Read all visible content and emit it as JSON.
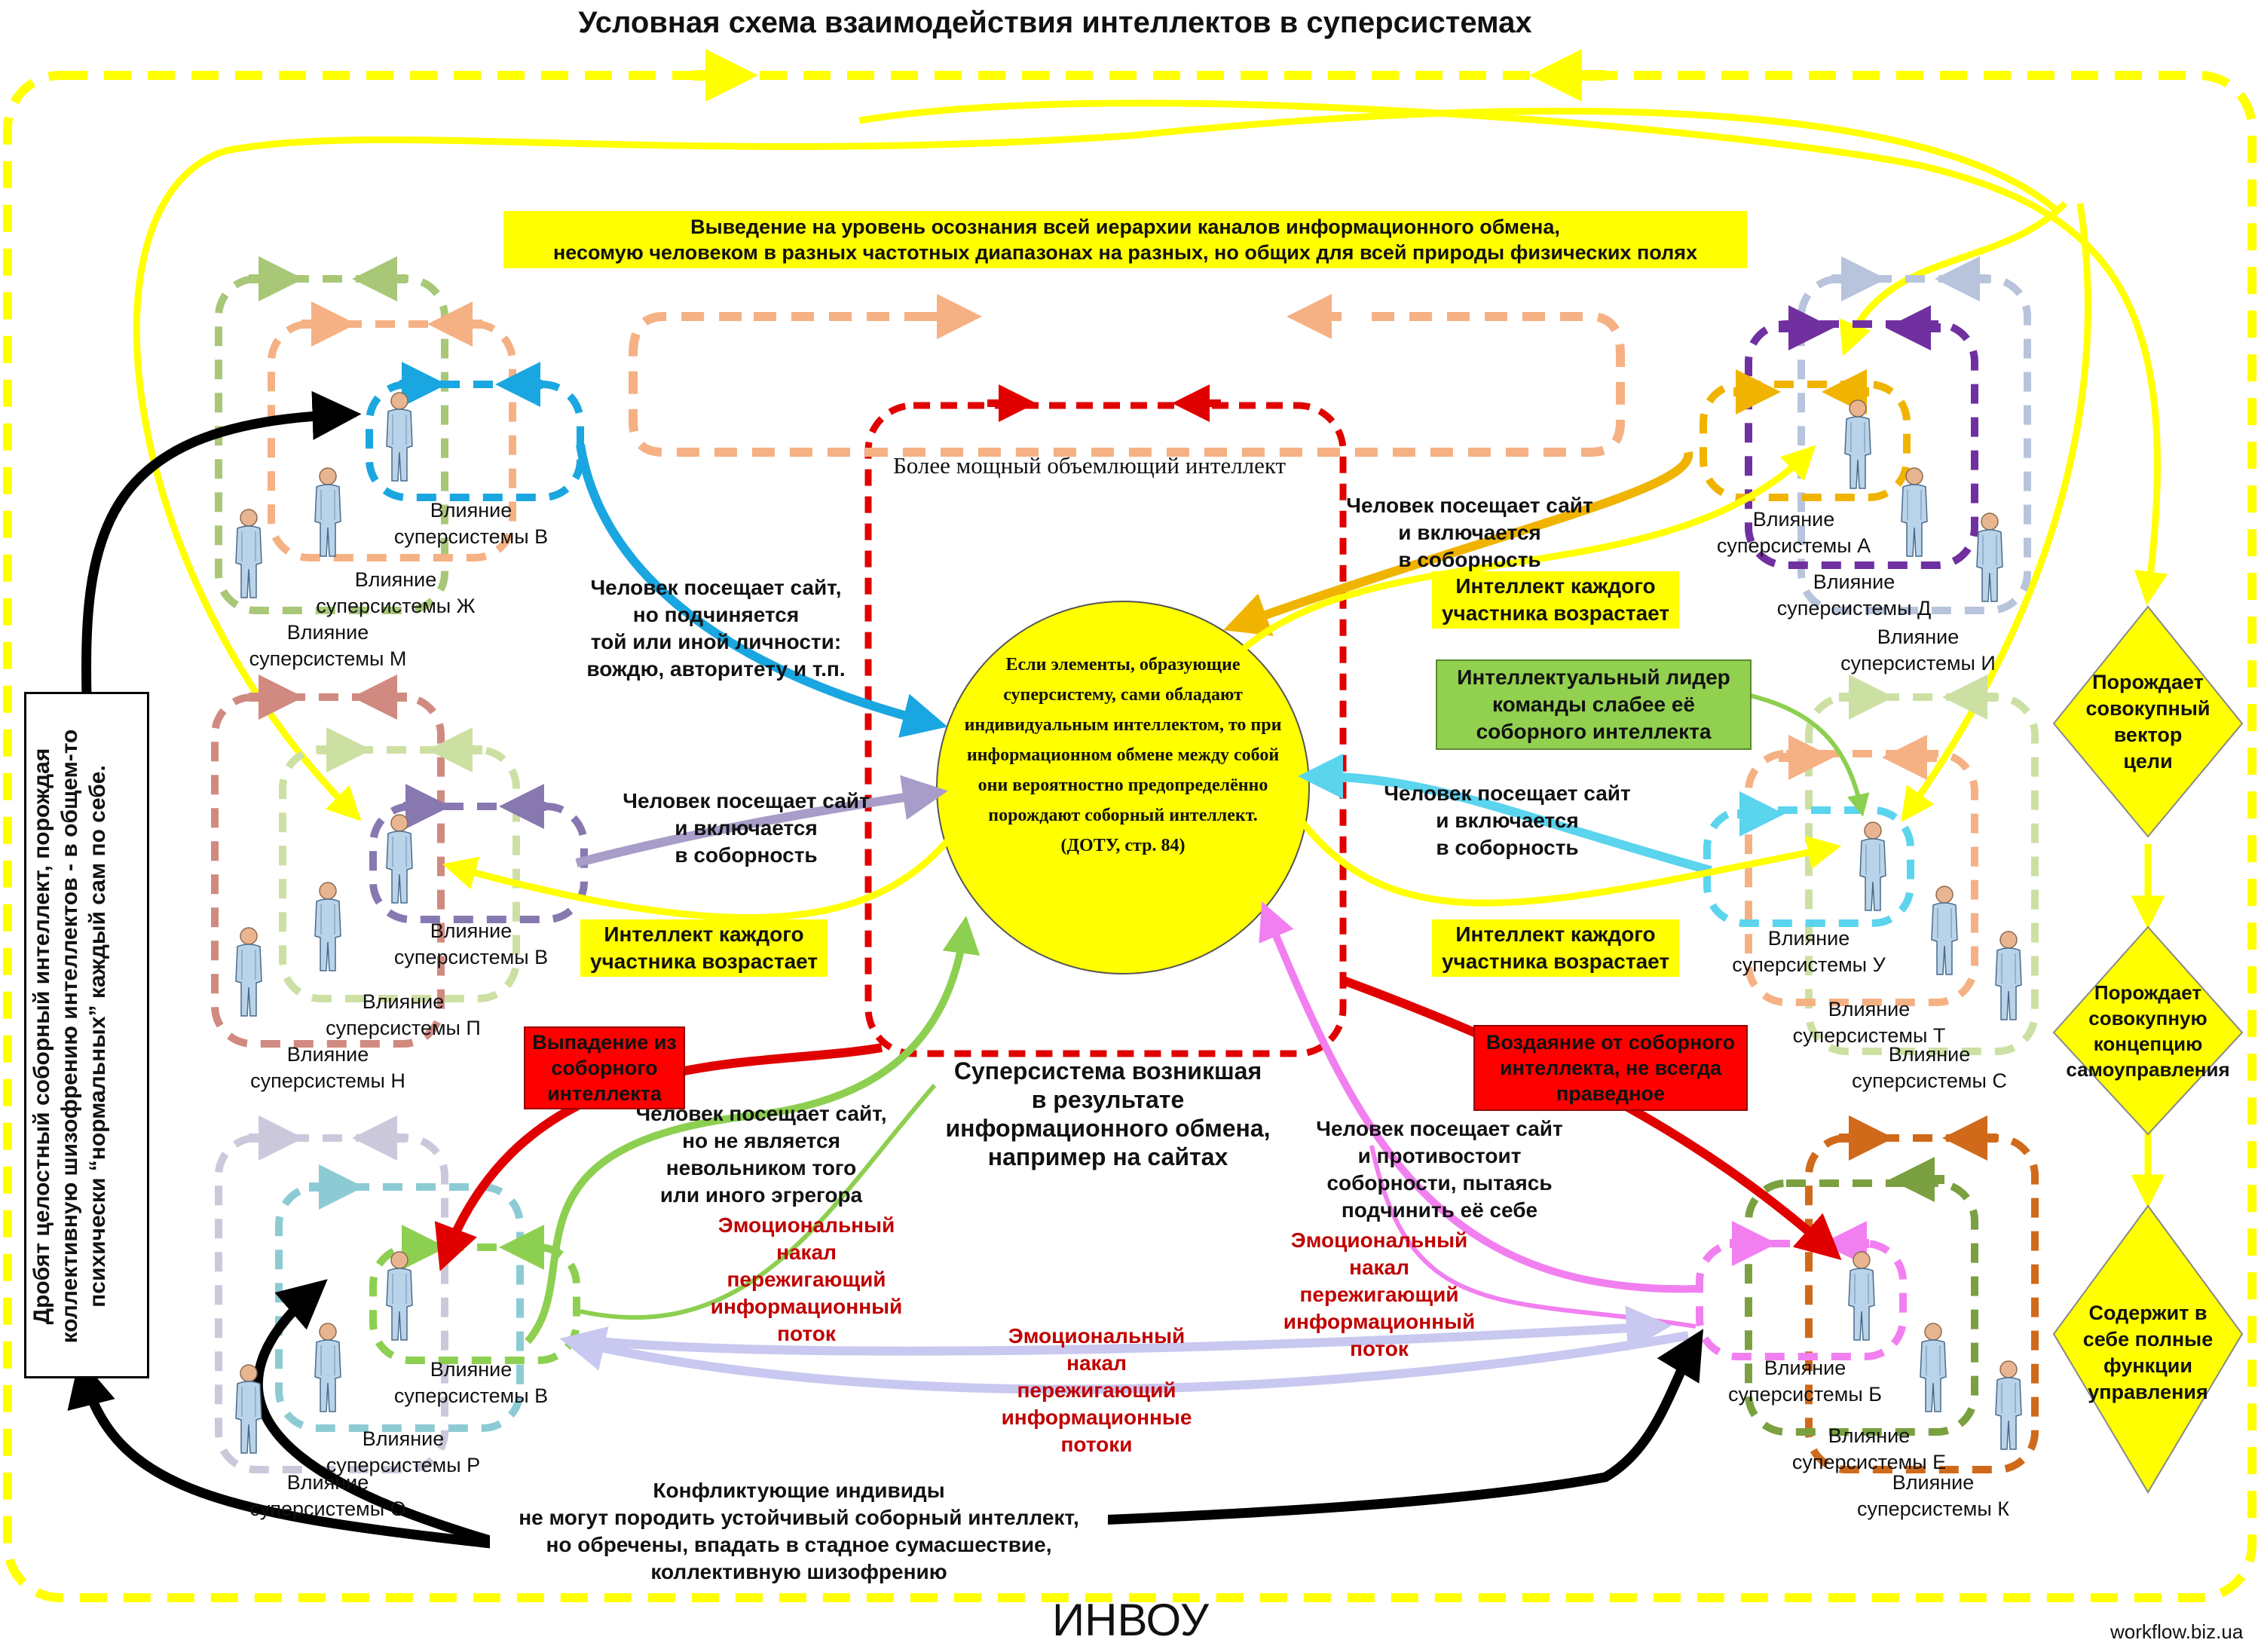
{
  "title": "Условная схема взаимодействия интеллектов в суперсистемах",
  "banner": "Выведение на уровень осознания всей иерархии каналов информационного обмена,\nнесомую человеком в разных частотных диапазонах на разных, но общих для всей природы физических полях",
  "outer_intellect_label": "Более мощный объемлющий интеллект",
  "center_quote": "Если элементы, образующие суперсистему, сами обладают индивидуальным интеллектом, то при информационном обмене между собой они вероятностно предопределённо порождают соборный интеллект.\n(ДОТУ, стр. 84)",
  "supersystem_caption": "Суперсистема возникшая\nв результате\nинформационного обмена,\nнапример на сайтах",
  "side_note": "Дробят целостный соборный интеллект, порождая коллективную шизофрению интеллектов - в общем-то психически “нормальных” каждый сам по себе.",
  "influences": {
    "v1": "Влияние\nсуперсистемы В",
    "zh": "Влияние\nсуперсистемы Ж",
    "m": "Влияние\nсуперсистемы М",
    "v2": "Влияние\nсуперсистемы В",
    "p": "Влияние\nсуперсистемы П",
    "n": "Влияние\nсуперсистемы Н",
    "v3": "Влияние\nсуперсистемы В",
    "r": "Влияние\nсуперсистемы Р",
    "o": "Влияние\nсуперсистемы О",
    "a": "Влияние\nсуперсистемы  А",
    "d": "Влияние\nсуперсистемы Д",
    "i": "Влияние\nсуперсистемы И",
    "u": "Влияние\nсуперсистемы У",
    "t": "Влияние\nсуперсистемы Т",
    "s": "Влияние\nсуперсистемы С",
    "b": "Влияние\nсуперсистемы Б",
    "e": "Влияние\nсуперсистемы Е",
    "k": "Влияние\nсуперсистемы К"
  },
  "notes": {
    "submits": "Человек посещает сайт,\nно подчиняется\nтой или иной личности:\nвождю, авторитету и т.п.",
    "joins_left": "Человек посещает сайт\nи включается\nв соборность",
    "joins_top_right": "Человек посещает сайт\nи включается\nв соборность",
    "joins_right": "Человек посещает сайт\nи включается\nв соборность",
    "not_egregor": "Человек посещает сайт,\nно не является\nневольником того\nили иного эгрегора",
    "opposes": "Человек посещает сайт\nи противостоит\nсоборности, пытаясь\nподчинить её себе",
    "conflict": "Конфликтующие индивиды\nне могут породить устойчивый соборный интеллект,\nно обречены, впадать в стадное сумасшествие,\nколлективную шизофрению"
  },
  "yellow_labels": {
    "grows_left": "Интеллект каждого\nучастника возрастает",
    "grows_top_right": "Интеллект каждого\nучастника возрастает",
    "grows_right": "Интеллект каждого\nучастника возрастает"
  },
  "leader_box": "Интеллектуальный лидер\nкоманды слабее её\nсоборного  интеллекта",
  "red_boxes": {
    "dropout": "Выпадение из\nсоборного\nинтеллекта",
    "reward": "Воздаяние от соборного\nинтеллекта, не всегда\nправедное"
  },
  "emotional": {
    "e1": "Эмоциональный\nнакал\nпережигающий\nинформационный\nпоток",
    "e2": "Эмоциональный\nнакал\nпережигающий\nинформационный\nпоток",
    "e3": "Эмоциональный\nнакал\nпережигающий\nинформационные\nпотоки"
  },
  "diamonds": {
    "d1": "Порождает\nсовокупный\nвектор\nцели",
    "d2": "Порождает\nсовокупную\nконцепцию\nсамоуправления",
    "d3": "Содержит в\nсебе полные\nфункции\nуправления"
  },
  "footer": "ИНВОУ",
  "website": "workflow.biz.ua",
  "colors": {
    "yellow": "#ffff00",
    "red": "#e00000",
    "blue": "#1aa6e0",
    "orange": "#f0b400",
    "green": "#8dcf50",
    "pink": "#f27ff0",
    "lavender": "#c8c8f0",
    "black": "#000000"
  }
}
